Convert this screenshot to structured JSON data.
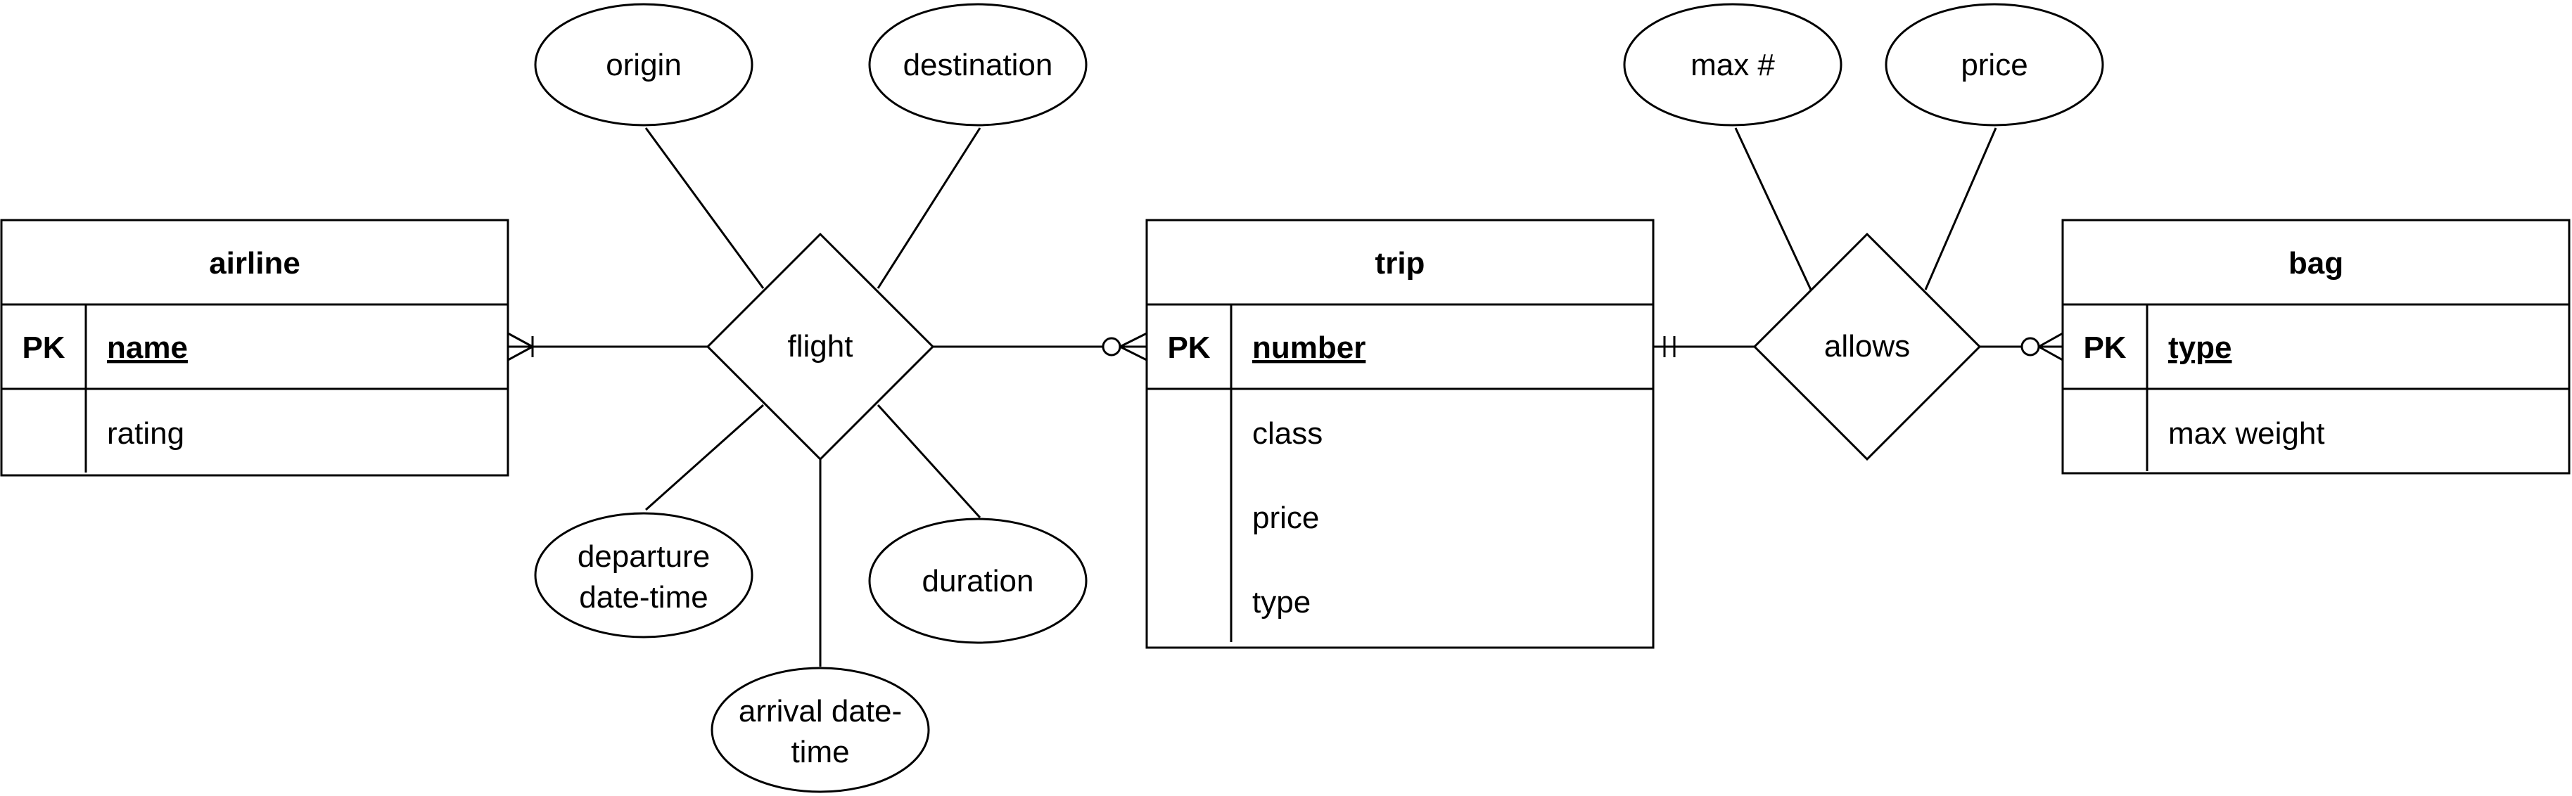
{
  "entities": {
    "airline": {
      "title": "airline",
      "pk_marker": "PK",
      "key": "name",
      "attributes": [
        "rating"
      ]
    },
    "trip": {
      "title": "trip",
      "pk_marker": "PK",
      "key": "number",
      "attributes": [
        "class",
        "price",
        "type"
      ]
    },
    "bag": {
      "title": "bag",
      "pk_marker": "PK",
      "key": "type",
      "attributes": [
        "max weight"
      ]
    }
  },
  "relationships": {
    "flight": {
      "label": "flight",
      "attributes": {
        "origin": "origin",
        "destination": "destination",
        "departure": [
          "departure",
          "date-time"
        ],
        "arrival": [
          "arrival date-",
          "time"
        ],
        "duration": "duration"
      }
    },
    "allows": {
      "label": "allows",
      "attributes": {
        "max": "max #",
        "price": "price"
      }
    }
  }
}
